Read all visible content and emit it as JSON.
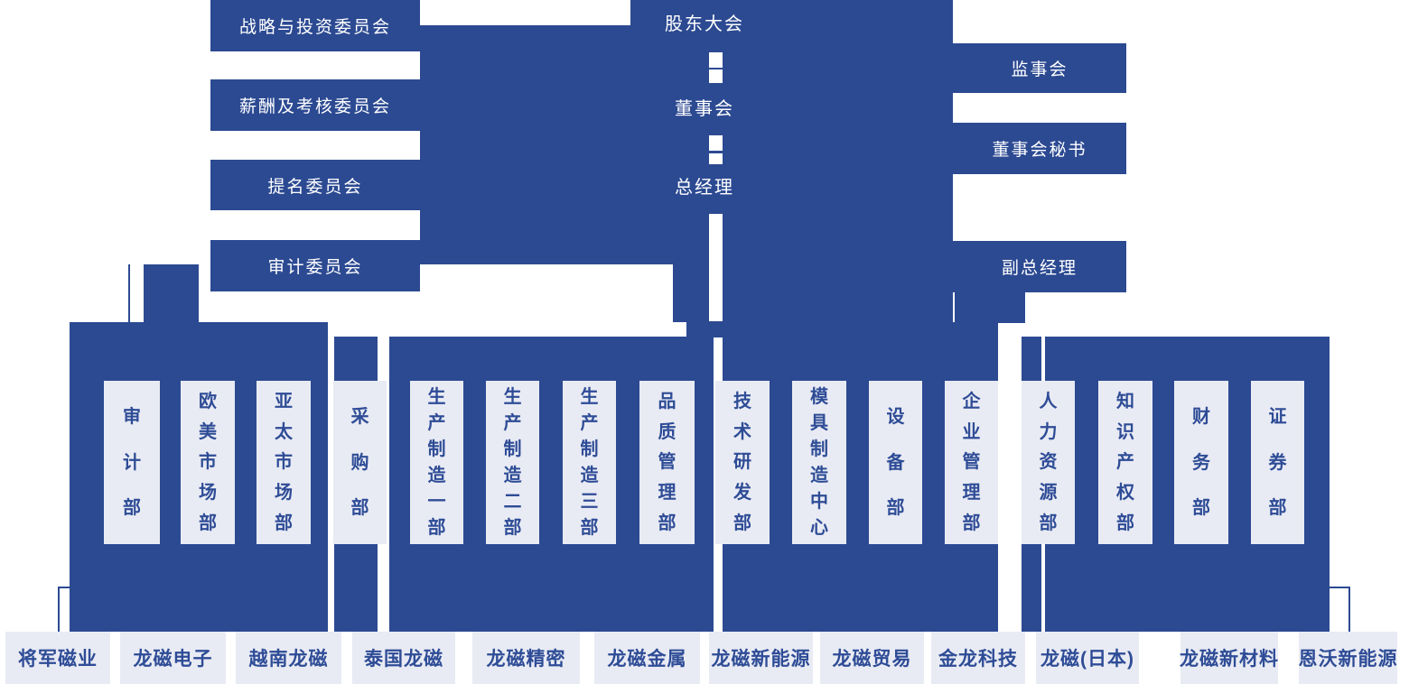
{
  "colors": {
    "primary_blue": "#2C4A92",
    "light_box": "#E9EBF4",
    "box_text_blue": "#2E4C96",
    "background": "#FFFFFF"
  },
  "top": {
    "center_nodes": [
      "股东大会",
      "董事会",
      "总经理"
    ],
    "committees": [
      "战略与投资委员会",
      "薪酬及考核委员会",
      "提名委员会",
      "审计委员会"
    ],
    "right_nodes": [
      "监事会",
      "董事会秘书",
      "副总经理"
    ]
  },
  "departments": [
    "审计部",
    "欧美市场部",
    "亚太市场部",
    "采购部",
    "生产制造一部",
    "生产制造二部",
    "生产制造三部",
    "品质管理部",
    "技术研发部",
    "模具制造中心",
    "设备部",
    "企业管理部",
    "人力资源部",
    "知识产权部",
    "财务部",
    "证券部"
  ],
  "subsidiaries": [
    "将军磁业",
    "龙磁电子",
    "越南龙磁",
    "泰国龙磁",
    "龙磁精密",
    "龙磁金属",
    "龙磁新能源",
    "龙磁贸易",
    "金龙科技",
    "龙磁(日本)",
    "龙磁新材料",
    "恩沃新能源"
  ]
}
